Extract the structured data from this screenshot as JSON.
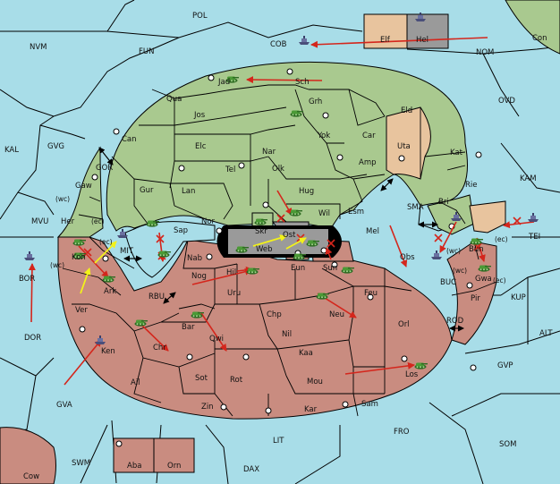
{
  "colors": {
    "sea": "#a8dde8",
    "green": "#a9c98f",
    "red": "#c98c80",
    "tan": "#e8c49e",
    "grey": "#9a9a9a",
    "order_red": "#d4261c",
    "order_yellow": "#f2f21a",
    "border": "#000000"
  },
  "sea_labels": {
    "POL": "POL",
    "FUN": "FUN",
    "NVM": "NVM",
    "COB": "COB",
    "NOM": "NOM",
    "OVD": "OVD",
    "KAL": "KAL",
    "GVG": "GVG",
    "GOR": "GOR",
    "MVU": "MVU",
    "MIT": "MIT",
    "KAM": "KAM",
    "SMA": "SMA",
    "TEI": "TEI",
    "BOR": "BOR",
    "DOR": "DOR",
    "RBU": "RBU",
    "BUC": "BUC",
    "KUP": "KUP",
    "ROD": "ROD",
    "ALT": "ALT",
    "GVP": "GVP",
    "GVA": "GVA",
    "FRO": "FRO",
    "SOM": "SOM",
    "LIT": "LIT",
    "SWM": "SWM",
    "DAX": "DAX"
  },
  "land_labels": {
    "Jad": "Jad",
    "Sch": "Sch",
    "Qua": "Qua",
    "Grh": "Grh",
    "Jos": "Jos",
    "Eld": "Eld",
    "Can": "Can",
    "Yok": "Yok",
    "Car": "Car",
    "Uta": "Uta",
    "Elc": "Elc",
    "Nar": "Nar",
    "Kat": "Kat",
    "Tel": "Tel",
    "Olk": "Olk",
    "Amp": "Amp",
    "Gaw": "Gaw",
    "Gur": "Gur",
    "Lan": "Lan",
    "Hug": "Hug",
    "Rie": "Rie",
    "Bri": "Bri",
    "Her": "Her",
    "Nor": "Nor",
    "Skr": "Skr",
    "Wil": "Wil",
    "Esm": "Esm",
    "Sap": "Sap",
    "Ost": "Ost",
    "Web": "Web",
    "Mel": "Mel",
    "Kon": "Kon",
    "Eun": "Eun",
    "Sun": "Sun",
    "Obs": "Obs",
    "Nab": "Nab",
    "Nog": "Nog",
    "Hil": "Hil",
    "Ark": "Ark",
    "Uru": "Uru",
    "Feu": "Feu",
    "Ver": "Ver",
    "Chp": "Chp",
    "Neu": "Neu",
    "Bar": "Bar",
    "Nil": "Nil",
    "Orl": "Orl",
    "Qwi": "Qwi",
    "Chr": "Chr",
    "Kaa": "Kaa",
    "Ken": "Ken",
    "Ail": "Ail",
    "Sot": "Sot",
    "Rot": "Rot",
    "Mou": "Mou",
    "Los": "Los",
    "Zin": "Zin",
    "Kar": "Kar",
    "Sam": "Sam",
    "Bun": "Bun",
    "Gwa": "Gwa",
    "Pir": "Pir",
    "Elf": "Elf",
    "Hel": "Hel",
    "Con": "Con",
    "Cow": "Cow",
    "Aba": "Aba",
    "Orn": "Orn"
  },
  "coast_labels": {
    "gaw_wc": "(wc)",
    "her_ec": "(ec)",
    "kon_ec": "(ec)",
    "kon_wc": "(wc)",
    "bun_ec": "(ec)",
    "bun_wc": "(wc)",
    "gwa_wc": "(wc)",
    "gwa_ec": "(ec)"
  },
  "units": [
    {
      "type": "army",
      "province": "Jad"
    },
    {
      "type": "army",
      "province": "Grh"
    },
    {
      "type": "army",
      "province": "Wil"
    },
    {
      "type": "army",
      "province": "Sap"
    },
    {
      "type": "army",
      "province": "Skr"
    },
    {
      "type": "army",
      "province": "Web"
    },
    {
      "type": "army",
      "province": "Ost"
    },
    {
      "type": "army",
      "province": "Eun"
    },
    {
      "type": "army",
      "province": "Sun"
    },
    {
      "type": "army",
      "province": "Kon"
    },
    {
      "type": "army",
      "province": "Ark"
    },
    {
      "type": "army",
      "province": "Hil"
    },
    {
      "type": "army",
      "province": "Neu"
    },
    {
      "type": "army",
      "province": "Qwi"
    },
    {
      "type": "army",
      "province": "Chr"
    },
    {
      "type": "army",
      "province": "Los"
    },
    {
      "type": "army",
      "province": "Bun"
    },
    {
      "type": "army",
      "province": "Gwa"
    },
    {
      "type": "fleet",
      "province": "Ken"
    },
    {
      "type": "fleet",
      "province": "Hel"
    },
    {
      "type": "fleet",
      "province": "COB"
    },
    {
      "type": "fleet",
      "province": "MIT"
    },
    {
      "type": "fleet",
      "province": "BOR"
    },
    {
      "type": "fleet",
      "province": "TEI"
    },
    {
      "type": "fleet",
      "province": "BUC"
    },
    {
      "type": "fleet",
      "province": "Bri"
    }
  ]
}
